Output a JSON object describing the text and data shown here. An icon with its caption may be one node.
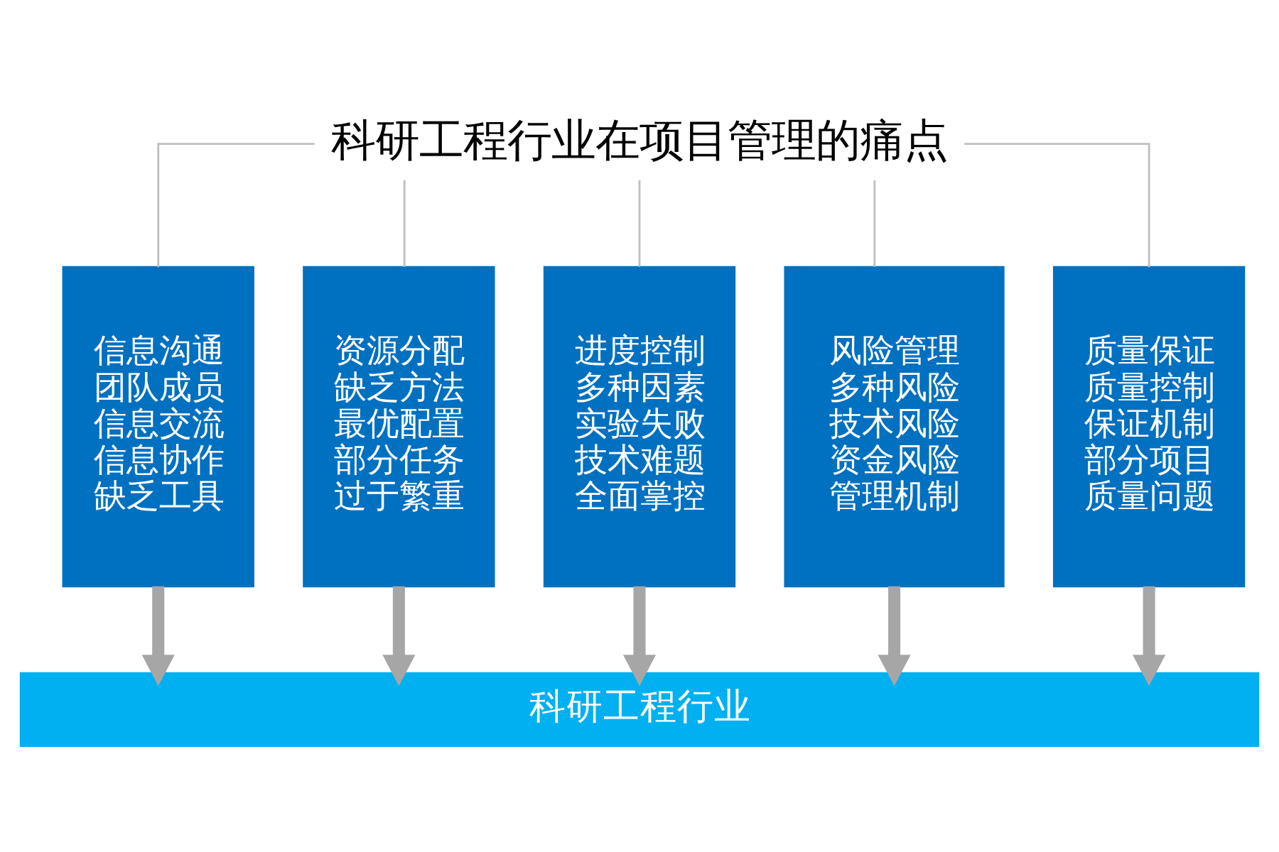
{
  "diagram": {
    "nodes": [
      {
        "text": [
          "科研工程行业在项目管理的痛点"
        ]
      },
      {
        "text": [
          "信息沟通团队成员信息交流信息协作缺乏工具"
        ]
      },
      {
        "text": [
          "资源分配缺乏方法最优配置部分任务过于繁重"
        ]
      },
      {
        "text": [
          "进度控制多种因素实验失败技术难题全面掌控"
        ]
      },
      {
        "text": [
          "风险管理多种风险技术风险资金风险管理机制"
        ]
      },
      {
        "text": [
          "质量保证质量控制保证机制部分项目质量问题"
        ]
      },
      {
        "text": [
          "科研工程行业"
        ]
      }
    ],
    "edges": [
      {
        "from": 0,
        "to": 1,
        "arrow": "none"
      },
      {
        "from": 0,
        "to": 2,
        "arrow": "none"
      },
      {
        "from": 0,
        "to": 3,
        "arrow": "none"
      },
      {
        "from": 0,
        "to": 4,
        "arrow": "none"
      },
      {
        "from": 0,
        "to": 5,
        "arrow": "none"
      },
      {
        "from": 1,
        "to": 6,
        "arrow": "to",
        "style": "thick",
        "color": "#a6a6a6"
      },
      {
        "from": 2,
        "to": 6,
        "arrow": "to",
        "style": "thick",
        "color": "#a6a6a6"
      },
      {
        "from": 3,
        "to": 6,
        "arrow": "to",
        "style": "thick",
        "color": "#a6a6a6"
      },
      {
        "from": 4,
        "to": 6,
        "arrow": "to",
        "style": "thick",
        "color": "#a6a6a6"
      },
      {
        "from": 5,
        "to": 6,
        "arrow": "to",
        "style": "thick",
        "color": "#a6a6a6"
      }
    ]
  }
}
